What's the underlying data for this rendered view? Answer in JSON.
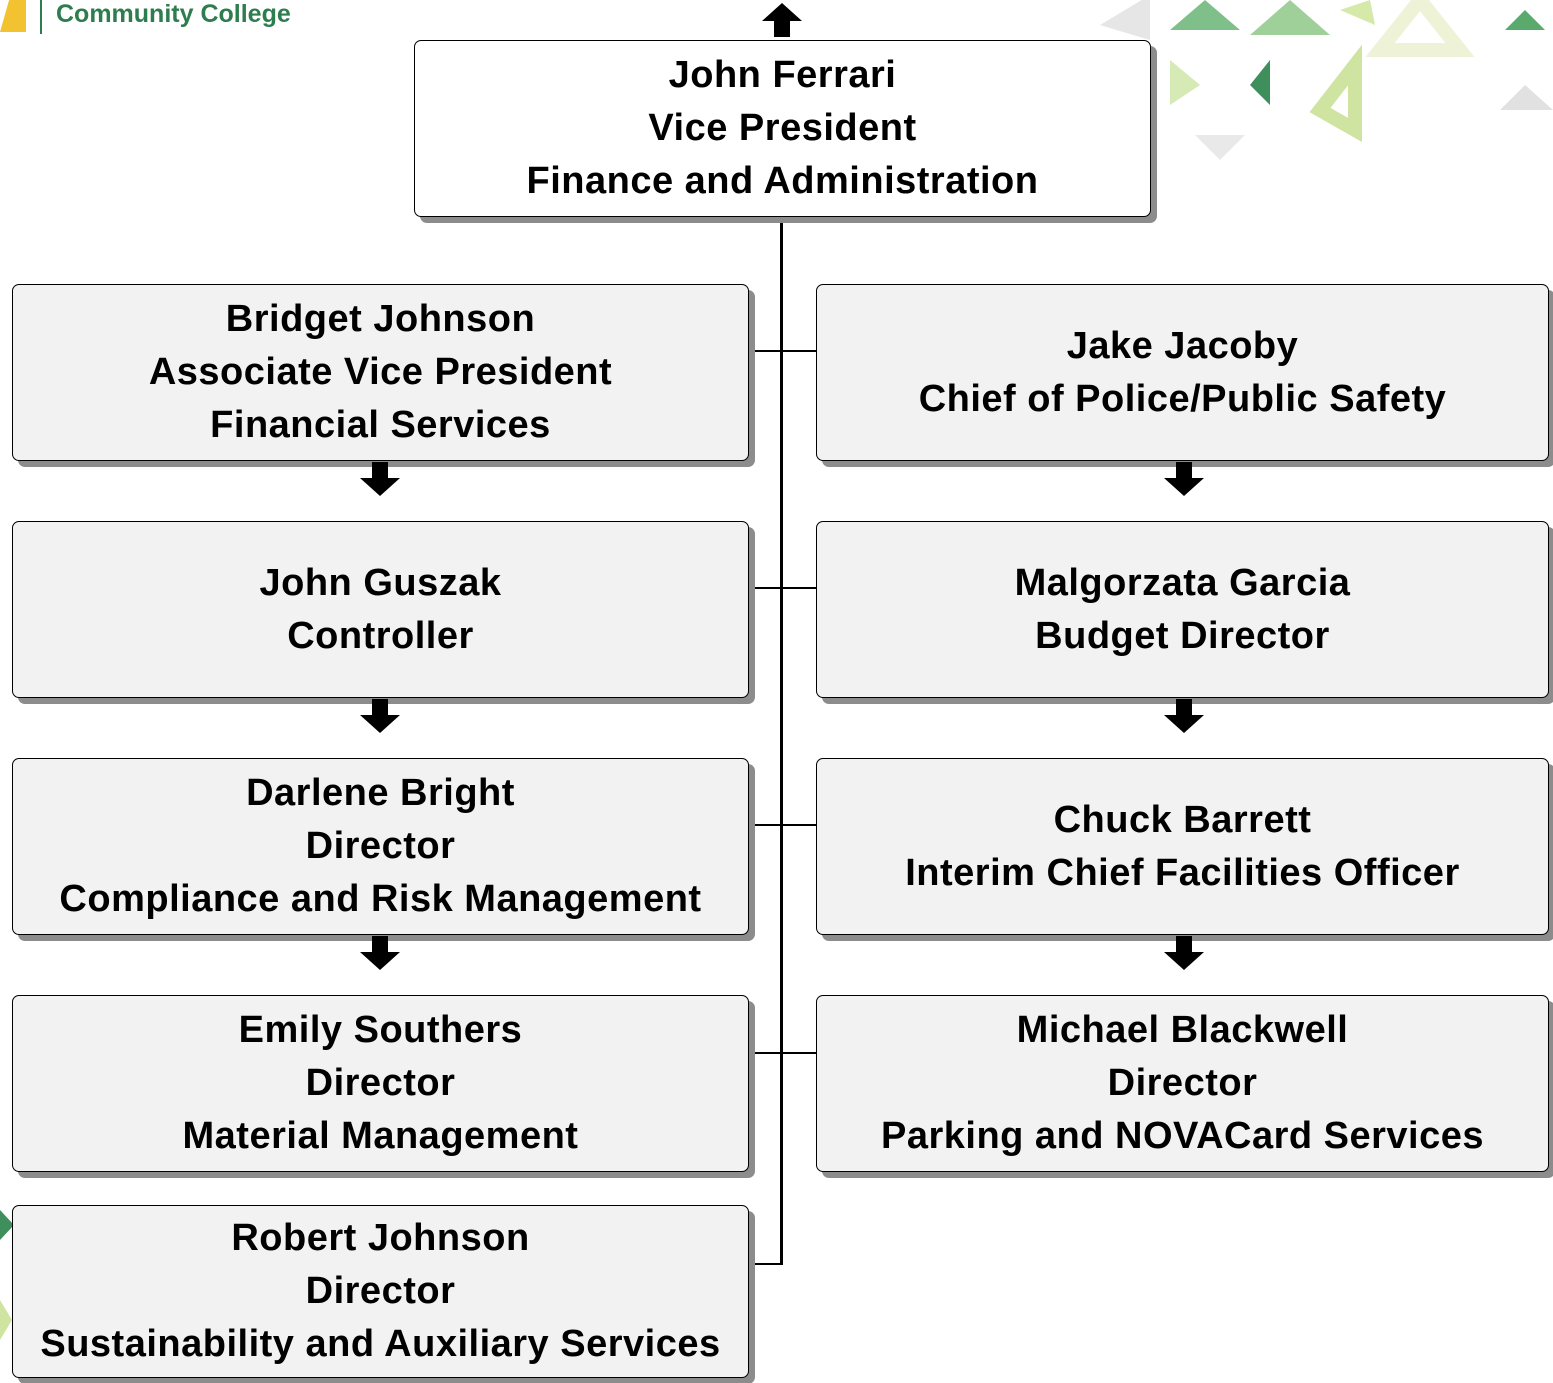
{
  "logo": {
    "text": "Community College"
  },
  "root": {
    "name": "John Ferrari",
    "title": "Vice President",
    "unit": "Finance and Administration"
  },
  "left": [
    {
      "name": "Bridget Johnson",
      "title": "Associate Vice President",
      "unit": "Financial Services"
    },
    {
      "name": "John Guszak",
      "title": "Controller"
    },
    {
      "name": "Darlene Bright",
      "title": "Director",
      "unit": "Compliance and Risk Management"
    },
    {
      "name": "Emily Southers",
      "title": "Director",
      "unit": "Material Management"
    },
    {
      "name": "Robert Johnson",
      "title": "Director",
      "unit": "Sustainability and Auxiliary Services"
    }
  ],
  "right": [
    {
      "name": "Jake Jacoby",
      "title": "Chief of Police/Public Safety"
    },
    {
      "name": "Malgorzata Garcia",
      "title": "Budget Director"
    },
    {
      "name": "Chuck Barrett",
      "title": "Interim Chief Facilities Officer"
    },
    {
      "name": "Michael Blackwell",
      "title": "Director",
      "unit": "Parking and NOVACard Services"
    }
  ],
  "colors": {
    "brand_green": "#2e7d4f",
    "brand_gold": "#f2c230",
    "box_fill": "#f2f2f2",
    "shadow": "#8c8c8c"
  }
}
